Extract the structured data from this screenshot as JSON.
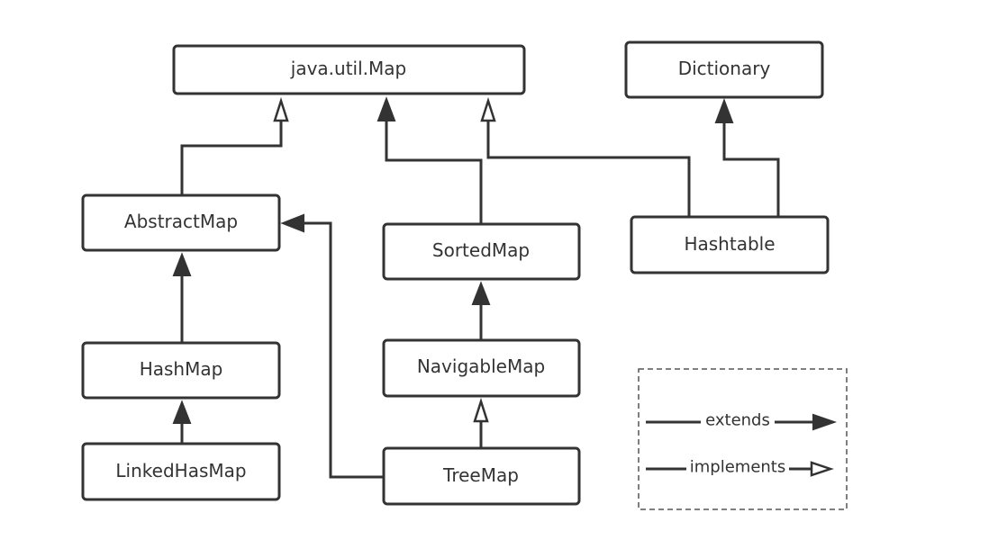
{
  "nodes": {
    "map": "java.util.Map",
    "dictionary": "Dictionary",
    "abstract_map": "AbstractMap",
    "sorted_map": "SortedMap",
    "hashtable": "Hashtable",
    "hash_map": "HashMap",
    "navigable_map": "NavigableMap",
    "linked_hash_map": "LinkedHasMap",
    "tree_map": "TreeMap"
  },
  "relations": [
    {
      "from": "abstract_map",
      "to": "map",
      "kind": "implements"
    },
    {
      "from": "sorted_map",
      "to": "map",
      "kind": "extends"
    },
    {
      "from": "hashtable",
      "to": "map",
      "kind": "implements"
    },
    {
      "from": "hashtable",
      "to": "dictionary",
      "kind": "extends"
    },
    {
      "from": "hash_map",
      "to": "abstract_map",
      "kind": "extends"
    },
    {
      "from": "tree_map",
      "to": "abstract_map",
      "kind": "extends"
    },
    {
      "from": "navigable_map",
      "to": "sorted_map",
      "kind": "extends"
    },
    {
      "from": "linked_hash_map",
      "to": "hash_map",
      "kind": "extends"
    },
    {
      "from": "tree_map",
      "to": "navigable_map",
      "kind": "implements"
    }
  ],
  "legend": {
    "extends": "extends",
    "implements": "implements"
  }
}
